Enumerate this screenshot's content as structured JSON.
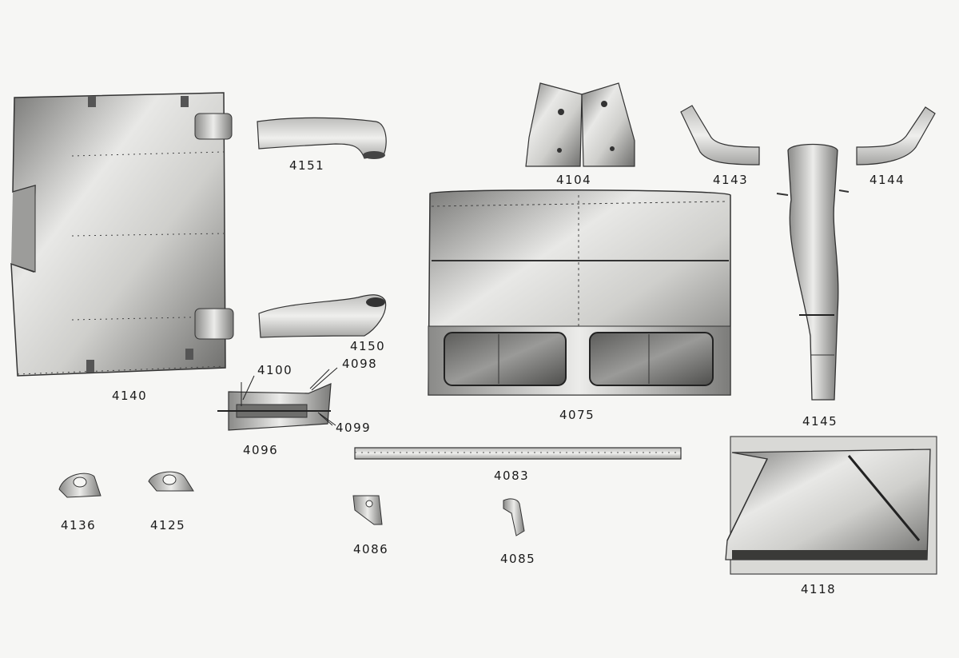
{
  "parts": [
    {
      "id": "p4140",
      "label": "4140"
    },
    {
      "id": "p4151",
      "label": "4151"
    },
    {
      "id": "p4150",
      "label": "4150"
    },
    {
      "id": "p4100",
      "label": "4100"
    },
    {
      "id": "p4098",
      "label": "4098"
    },
    {
      "id": "p4099",
      "label": "4099"
    },
    {
      "id": "p4096",
      "label": "4096"
    },
    {
      "id": "p4136",
      "label": "4136"
    },
    {
      "id": "p4125",
      "label": "4125"
    },
    {
      "id": "p4104",
      "label": "4104"
    },
    {
      "id": "p4075",
      "label": "4075"
    },
    {
      "id": "p4083",
      "label": "4083"
    },
    {
      "id": "p4086",
      "label": "4086"
    },
    {
      "id": "p4085",
      "label": "4085"
    },
    {
      "id": "p4143",
      "label": "4143"
    },
    {
      "id": "p4144",
      "label": "4144"
    },
    {
      "id": "p4145",
      "label": "4145"
    },
    {
      "id": "p4118",
      "label": "4118"
    }
  ]
}
